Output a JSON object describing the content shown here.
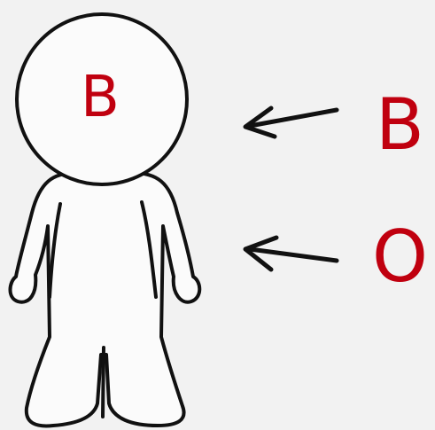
{
  "labels": {
    "head": "B",
    "top_arrow": "B",
    "bottom_arrow": "O"
  },
  "colors": {
    "label": "#c0000f",
    "outline": "#111111",
    "background": "#f2f2f2",
    "figure_fill": "#fbfbfb"
  }
}
